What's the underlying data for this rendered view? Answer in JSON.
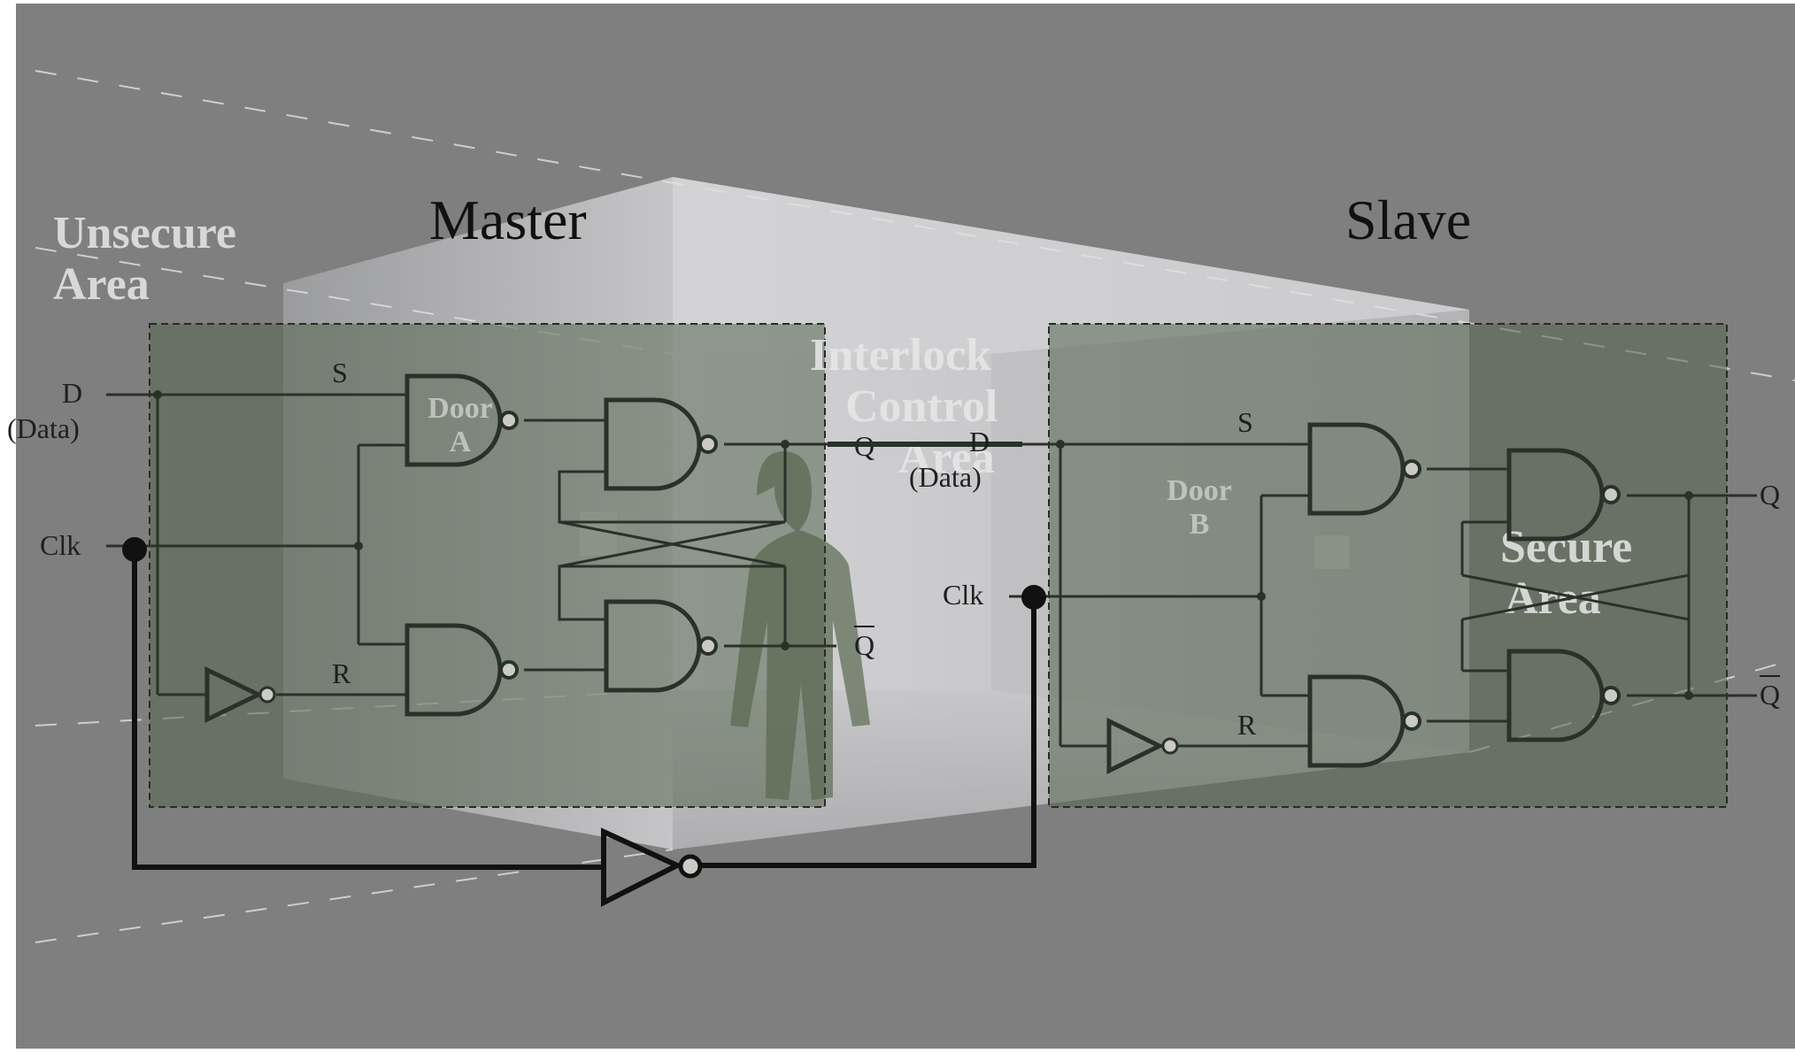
{
  "sections": {
    "master_title": "Master",
    "slave_title": "Slave"
  },
  "room_labels": {
    "unsecure_line1": "Unsecure",
    "unsecure_line2": "Area",
    "interlock_line1": "Interlock",
    "interlock_line2": "Control",
    "interlock_line3": "Area",
    "secure_line1": "Secure",
    "secure_line2": "Area",
    "door_a_line1": "Door",
    "door_a_line2": "A",
    "door_b_line1": "Door",
    "door_b_line2": "B"
  },
  "master": {
    "input_d": "D",
    "input_d_sub": "(Data)",
    "input_clk": "Clk",
    "set_label": "S",
    "reset_label": "R",
    "out_q": "Q",
    "out_qbar": "Q"
  },
  "slave": {
    "input_d": "D",
    "input_d_sub": "(Data)",
    "input_clk": "Clk",
    "set_label": "S",
    "reset_label": "R",
    "out_q": "Q",
    "out_qbar": "Q"
  },
  "colors": {
    "background": "#7f7f7f",
    "box_fill": "#6f7c6a",
    "room_wall": "#c3c4c6",
    "wire": "#2a3128",
    "label": "#1f1f1f"
  }
}
